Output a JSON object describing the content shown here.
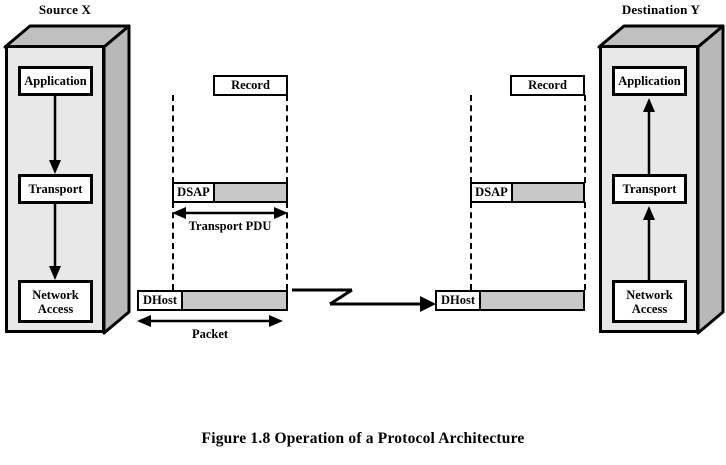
{
  "figure": {
    "caption": "Figure 1.8   Operation of a Protocol Architecture",
    "colors": {
      "host_fill": "#e8e8e8",
      "host_top": "#c0c0c0",
      "host_side": "#b8b8b8",
      "payload_fill": "#c8c8c8",
      "stroke": "#000000",
      "background": "#ffffff"
    }
  },
  "source": {
    "title": "Source X",
    "layers": [
      {
        "name": "application",
        "label": "Application"
      },
      {
        "name": "transport",
        "label": "Transport"
      },
      {
        "name": "network-access",
        "line1": "Network",
        "line2": "Access"
      }
    ],
    "flow_direction": "down"
  },
  "destination": {
    "title": "Destination Y",
    "layers": [
      {
        "name": "application",
        "label": "Application"
      },
      {
        "name": "transport",
        "label": "Transport"
      },
      {
        "name": "network-access",
        "line1": "Network",
        "line2": "Access"
      }
    ],
    "flow_direction": "up"
  },
  "source_pdu": {
    "record": {
      "label": "Record"
    },
    "transport": {
      "header": "DSAP",
      "payload": ""
    },
    "network": {
      "header": "DHost",
      "payload": ""
    },
    "measures": [
      {
        "name": "transport-pdu",
        "label": "Transport PDU"
      },
      {
        "name": "packet",
        "label": "Packet"
      }
    ]
  },
  "destination_pdu": {
    "record": {
      "label": "Record"
    },
    "transport": {
      "header": "DSAP",
      "payload": ""
    },
    "network": {
      "header": "DHost",
      "payload": ""
    }
  },
  "link": {
    "name": "transmission-link",
    "symbol": "lightning-break",
    "direction": "left-to-right"
  }
}
